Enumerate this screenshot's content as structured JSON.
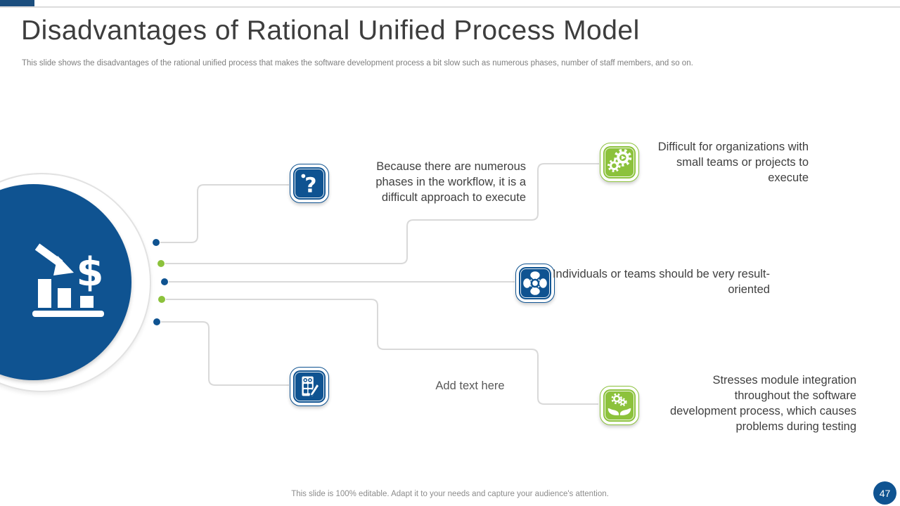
{
  "slide": {
    "title": "Disadvantages of Rational Unified Process Model",
    "subtitle": "This slide shows the disadvantages of the rational unified process that makes the software development process a bit slow such as numerous phases, number of staff members, and so on.",
    "footer": "This slide is 100% editable. Adapt it to your needs and capture your audience's attention.",
    "page_number": "47"
  },
  "colors": {
    "blue": "#0f5391",
    "green": "#8cc23c",
    "connector_gray": "#d9d9d9",
    "title_text": "#3d3d3d",
    "body_text": "#404040",
    "muted_text": "#7f7f7f"
  },
  "hub": {
    "icon": "declining-bar-chart-dollar-icon"
  },
  "nodes": [
    {
      "id": "numerous-phases",
      "icon": "question-flow-icon",
      "color": "blue",
      "text": "Because there are numerous phases in the workflow, it is a difficult approach to execute"
    },
    {
      "id": "small-teams",
      "icon": "gears-icon",
      "color": "green",
      "text": "Difficult for organizations with small teams or projects to execute"
    },
    {
      "id": "result-oriented",
      "icon": "teamwork-wheel-icon",
      "color": "blue",
      "text": "Individuals or teams should be very result-oriented"
    },
    {
      "id": "add-text",
      "icon": "checklist-pencil-icon",
      "color": "blue",
      "text": "Add text here"
    },
    {
      "id": "module-integration",
      "icon": "hands-gears-icon",
      "color": "green",
      "text": "Stresses module integration throughout the software development process, which causes problems during testing"
    }
  ]
}
